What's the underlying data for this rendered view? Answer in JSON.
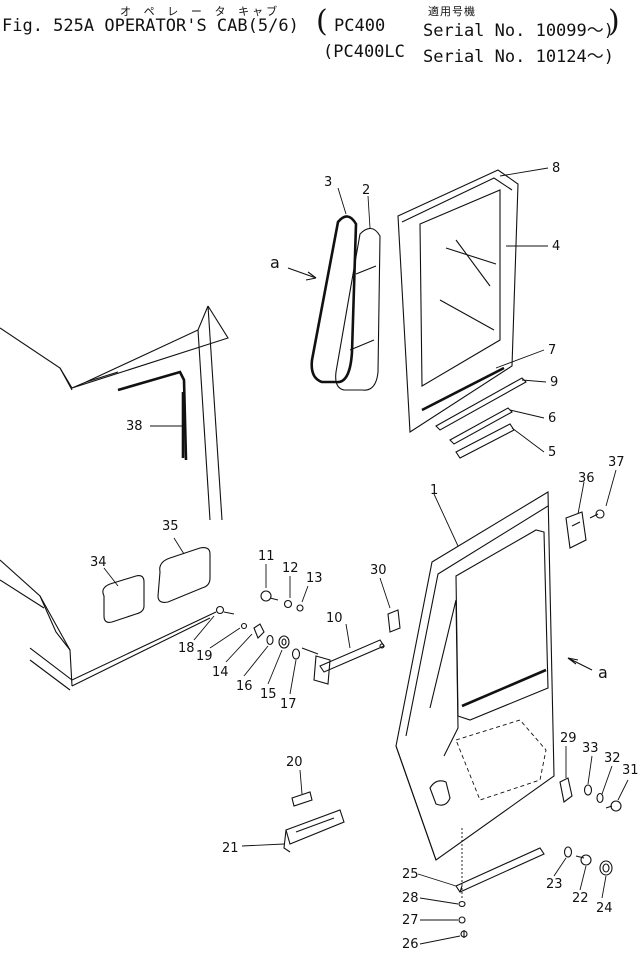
{
  "header": {
    "kana": "オ ペ レ ー タ キャブ",
    "applicable_jp": "適用号機",
    "figure_title": "Fig. 525A OPERATOR'S CAB(5/6)",
    "model_1": "PC400",
    "serial_1": "Serial No. 10099～)",
    "model_2": "(PC400LC",
    "serial_2": "Serial No. 10124～)"
  },
  "view_labels": {
    "a_left": "a",
    "a_right": "a"
  },
  "callouts": [
    "1",
    "2",
    "3",
    "4",
    "5",
    "6",
    "7",
    "8",
    "9",
    "10",
    "11",
    "12",
    "13",
    "14",
    "15",
    "16",
    "17",
    "18",
    "19",
    "20",
    "21",
    "22",
    "23",
    "24",
    "25",
    "26",
    "27",
    "28",
    "29",
    "30",
    "31",
    "32",
    "33",
    "34",
    "35",
    "36",
    "37",
    "38"
  ]
}
